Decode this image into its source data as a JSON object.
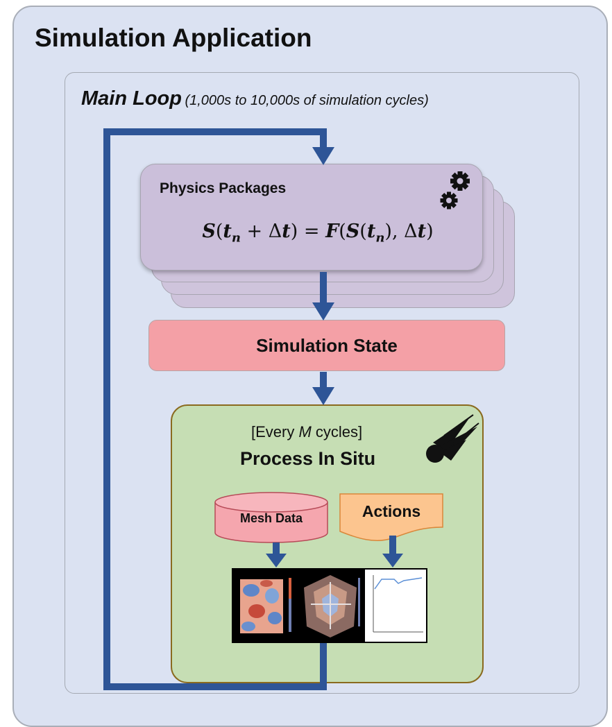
{
  "app": {
    "title": "Simulation Application"
  },
  "main_loop": {
    "title": "Main Loop",
    "subtitle": "(1,000s to 10,000s of simulation cycles)"
  },
  "physics": {
    "label": "Physics Packages",
    "equation": "S(tn + Δt) = F(S(tn), Δt)",
    "icon": "gears-icon"
  },
  "state": {
    "label": "Simulation State"
  },
  "in_situ": {
    "every_prefix": "[Every ",
    "every_var": "M",
    "every_suffix": " cycles]",
    "title": "Process In Situ",
    "icon": "comet-icon",
    "mesh_label": "Mesh Data",
    "actions_label": "Actions"
  },
  "colors": {
    "loop_arrow": "#2e5597",
    "outer_bg": "#dbe2f2",
    "physics_card": "#cbbfda",
    "state_box": "#f4a0a6",
    "in_situ_box": "#c6deb4",
    "mesh_cylinder": "#f5a6ae",
    "actions_doc": "#fcc58f"
  }
}
